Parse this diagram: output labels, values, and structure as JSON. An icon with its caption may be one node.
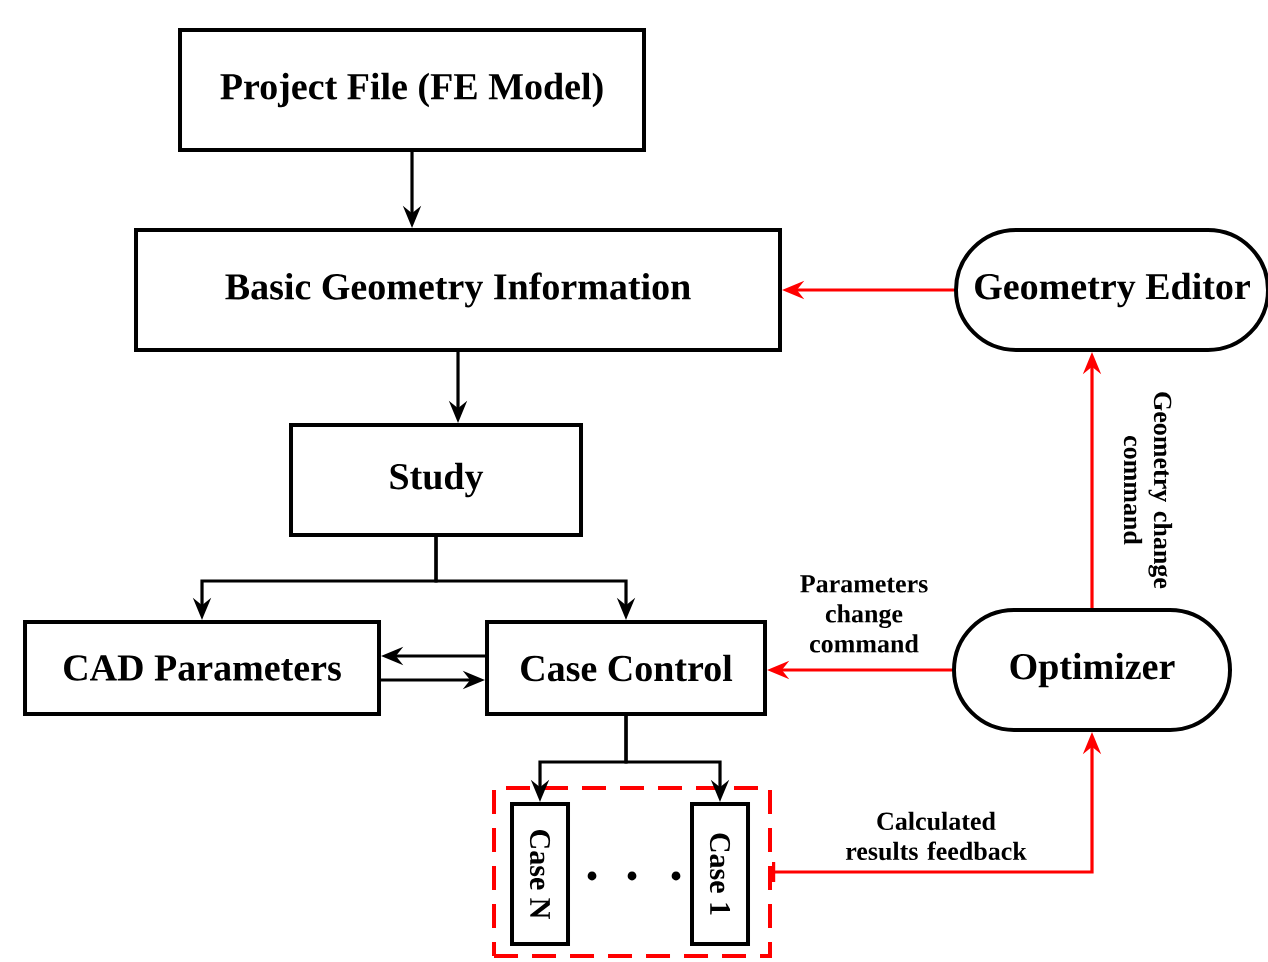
{
  "diagram": {
    "nodes": [
      {
        "text": [
          "Project File (FE Model)"
        ]
      },
      {
        "text": [
          "Basic Geometry Information"
        ]
      },
      {
        "text": [
          "Study"
        ]
      },
      {
        "text": [
          "CAD Parameters"
        ]
      },
      {
        "text": [
          "Case Control"
        ]
      },
      {
        "text": [],
        "shape": "box"
      },
      {
        "text": [
          "Case N"
        ],
        "in": 5
      },
      {
        "text": [
          "Case 1"
        ],
        "in": 5
      },
      {
        "text": [
          "Optimizer"
        ]
      },
      {
        "text": [
          "Geometry Editor"
        ]
      }
    ],
    "edges": [
      {
        "from": 0,
        "to": 1,
        "arrow": "to"
      },
      {
        "from": 1,
        "to": 2,
        "arrow": "to"
      },
      {
        "from": 2,
        "to": 3,
        "arrow": "to"
      },
      {
        "from": 2,
        "to": 4,
        "arrow": "to"
      },
      {
        "from": 4,
        "to": 3,
        "arrow": "to"
      },
      {
        "from": 3,
        "to": 4,
        "arrow": "to"
      },
      {
        "from": 4,
        "to": 6,
        "arrow": "to"
      },
      {
        "from": 4,
        "to": 7,
        "arrow": "to"
      },
      {
        "from": 9,
        "to": 1,
        "arrow": "to",
        "color": "#ff0000"
      },
      {
        "from": 8,
        "to": 9,
        "arrow": "to",
        "color": "#ff0000",
        "label": "Geometry change command"
      },
      {
        "from": 8,
        "to": 4,
        "arrow": "to",
        "color": "#ff0000",
        "label": "Parameters change command"
      },
      {
        "from": 5,
        "to": 8,
        "arrow": "to",
        "color": "#ff0000",
        "label": "Calculated results feedback"
      }
    ]
  }
}
